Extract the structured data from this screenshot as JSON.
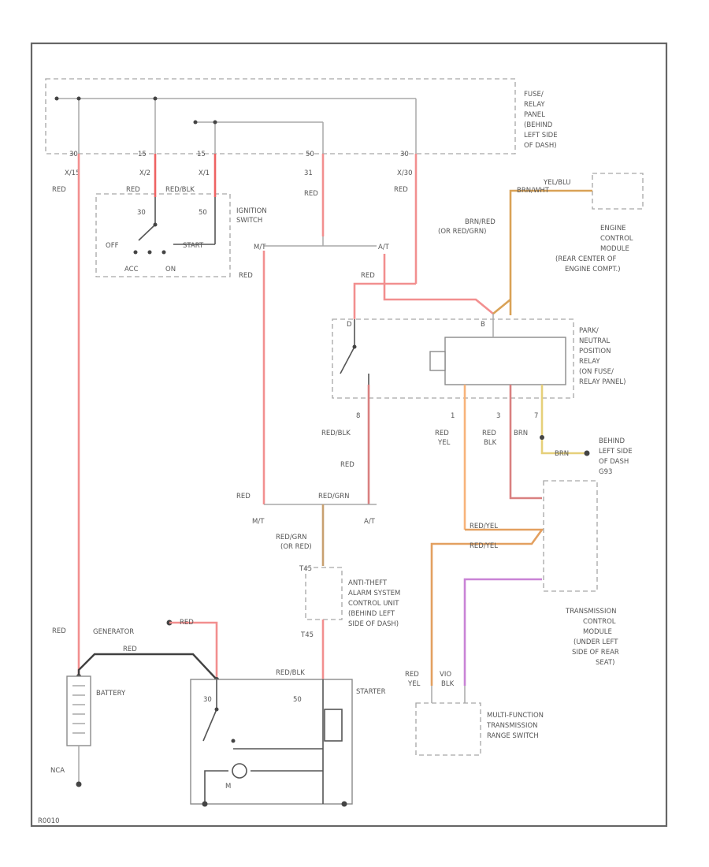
{
  "fuse_relay_panel": {
    "lines": [
      "FUSE/",
      "RELAY",
      "PANEL",
      "(BEHIND",
      "LEFT SIDE",
      "OF DASH)"
    ]
  },
  "ignition_switch": {
    "lines": [
      "IGNITION",
      "SWITCH"
    ],
    "off": "OFF",
    "start": "START",
    "acc": "ACC",
    "on": "ON",
    "t30": "30",
    "t50": "50"
  },
  "terminals": {
    "t30_top": "30",
    "t15_1": "15",
    "t15_2": "15",
    "t50_top": "50",
    "t30_right": "30",
    "x15": "X/15",
    "x2": "X/2",
    "x1": "X/1",
    "x31": "31",
    "x30": "X/30",
    "mt_top": "M/T",
    "at_top": "A/T",
    "mt_bot": "M/T",
    "at_bot": "A/T",
    "p_d": "D",
    "p_b": "B",
    "p_1": "1",
    "p_3": "3",
    "p_7": "7",
    "p_8": "8",
    "t45": "T45",
    "t45b": "T45"
  },
  "wires": {
    "red_1": "RED",
    "red_2": "RED",
    "red_3": "RED",
    "red_4": "RED",
    "red_5": "RED",
    "red_6": "RED",
    "red_7": "RED",
    "red_8": "RED",
    "red_9": "RED",
    "red_10": "RED",
    "red_blk_top": "RED/BLK",
    "red_top_left": "RED",
    "red_blk_mid": "RED/BLK",
    "red_grn": "RED/GRN",
    "red_grn_or": "RED/GRN",
    "or_red": "(OR RED)",
    "red_blk_start": "RED/BLK",
    "brn_red": "BRN/RED",
    "or_red_grn": "(OR RED/GRN)",
    "yel_blu": "YEL/BLU",
    "brn_wht": "BRN/WHT",
    "red_yel_1": "RED",
    "yel_1": "YEL",
    "red_blk2_r": "RED",
    "blk_2": "BLK",
    "brn_1": "BRN",
    "brn_2": "BRN",
    "red_yel_a": "RED/YEL",
    "red_yel_b": "RED/YEL",
    "red_3b": "RED",
    "yel_3b": "YEL",
    "vio": "VIO",
    "blk_3b": "BLK",
    "neg": "NCA",
    "gen_wire": "RED"
  },
  "components": {
    "ecm": [
      "ENGINE",
      "CONTROL",
      "MODULE",
      "(REAR CENTER OF",
      "ENGINE COMPT.)"
    ],
    "pnp_relay": [
      "PARK/",
      "NEUTRAL",
      "POSITION",
      "RELAY",
      "(ON FUSE/",
      "RELAY PANEL)"
    ],
    "ground": [
      "BEHIND",
      "LEFT SIDE",
      "OF DASH",
      "G93"
    ],
    "tcm": [
      "TRANSMISSION",
      "CONTROL",
      "MODULE",
      "(UNDER LEFT",
      "SIDE OF REAR",
      "SEAT)"
    ],
    "antitheft": [
      "ANTI-THEFT",
      "ALARM SYSTEM",
      "CONTROL UNIT",
      "(BEHIND LEFT",
      "SIDE OF DASH)"
    ],
    "generator": "GENERATOR",
    "battery": "BATTERY",
    "starter": "STARTER",
    "mfs": [
      "MULTI-FUNCTION",
      "TRANSMISSION",
      "RANGE SWITCH"
    ],
    "starter_30": "30",
    "starter_50": "50",
    "starter_m": "M"
  },
  "footer_code": "R0010"
}
